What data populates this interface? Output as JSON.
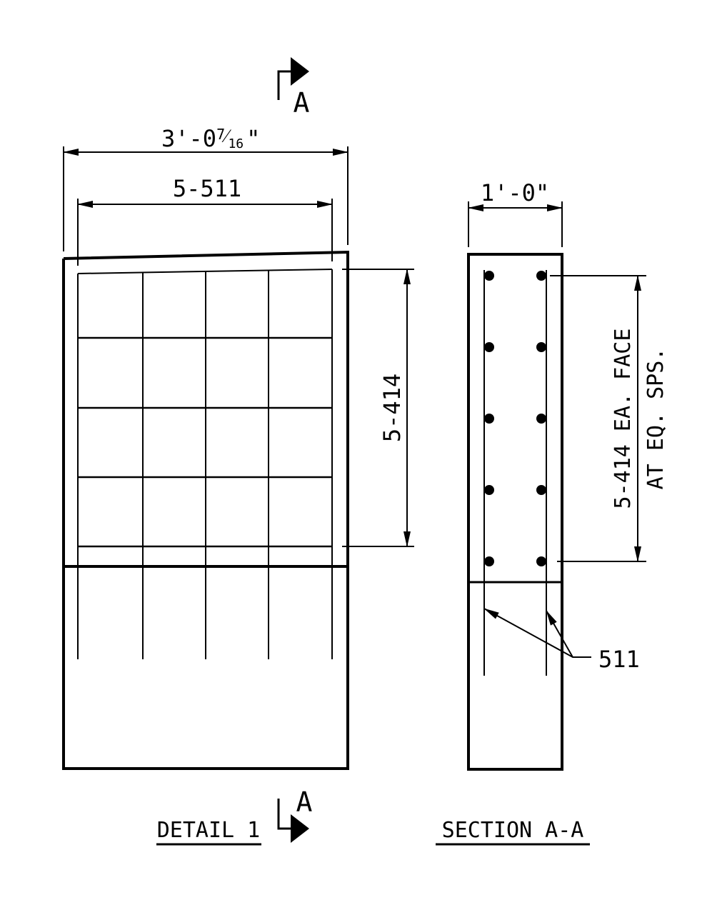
{
  "detail": {
    "title": "DETAIL 1",
    "overall_width": "3'-0",
    "overall_width_fraction_num": "7",
    "overall_width_fraction_den": "16",
    "overall_width_inch_mark": "\"",
    "horizontal_bars": "5-511",
    "vertical_bars": "5-414"
  },
  "section_cut": {
    "letter_top": "A",
    "letter_bottom": "A"
  },
  "section": {
    "title": "SECTION A-A",
    "width": "1'-0\"",
    "bars_line1": "5-414 EA. FACE",
    "bars_line2": "AT EQ. SPS.",
    "leader_label": "511"
  },
  "colors": {
    "line": "#000000",
    "background": "#ffffff"
  }
}
